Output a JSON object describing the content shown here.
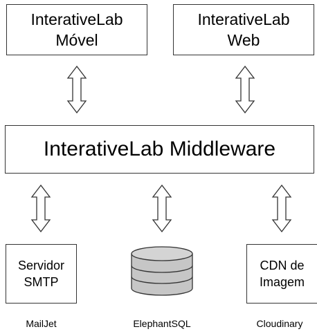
{
  "top_boxes": [
    {
      "line1": "InterativeLab",
      "line2": "Móvel"
    },
    {
      "line1": "InterativeLab",
      "line2": "Web"
    }
  ],
  "middleware": {
    "label": "InterativeLab Middleware"
  },
  "services": [
    {
      "line1": "Servidor",
      "line2": "SMTP",
      "caption": "MailJet"
    },
    {
      "icon": "database-icon",
      "caption": "ElephantSQL"
    },
    {
      "line1": "CDN de",
      "line2": "Imagem",
      "caption": "Cloudinary"
    }
  ],
  "connectors": "double-headed-arrow",
  "colors": {
    "stroke": "#333333",
    "background": "#ffffff",
    "db_fill": "#c6c6c6"
  }
}
